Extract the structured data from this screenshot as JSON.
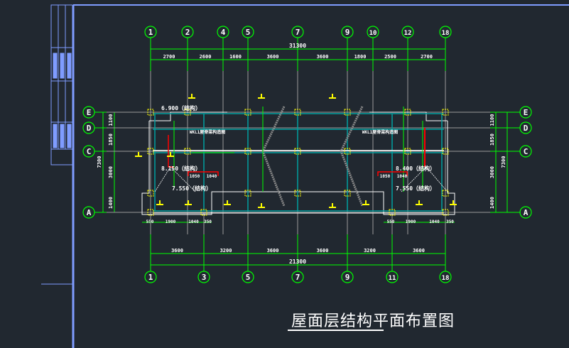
{
  "drawing_title": "屋面层结构平面布置图",
  "colors": {
    "background": "#212830",
    "grid": "#00ff00",
    "frame": "#7f9cff",
    "beam": "#00a0a0",
    "wall": "#ffffff",
    "column": "#ffff00",
    "axis": "#9a9a9a",
    "red": "#ff0000"
  },
  "top_axes": [
    "1",
    "2",
    "4",
    "5",
    "7",
    "9",
    "10",
    "12",
    "18"
  ],
  "bottom_axes": [
    "1",
    "3",
    "5",
    "7",
    "9",
    "11",
    "18"
  ],
  "row_axes": [
    "E",
    "D",
    "C",
    "A"
  ],
  "top_total_dim": "31300",
  "top_dims": [
    "2700",
    "2600",
    "1600",
    "3600",
    "3600",
    "1800",
    "2500",
    "2700"
  ],
  "bottom_total_dim": "21300",
  "bottom_dims": [
    "3600",
    "3200",
    "3600",
    "3600",
    "3200",
    "3600"
  ],
  "side_total_dim": "7300",
  "side_dims": [
    "1100",
    "1850",
    "3000",
    "1400"
  ],
  "small_dims_left": [
    "550",
    "1900",
    "1040",
    "350"
  ],
  "small_dims_right": [
    "550",
    "1900",
    "1040",
    "350"
  ],
  "elevations": [
    "6.900（结构）",
    "8.150（结构）",
    "7.550（结构）",
    "8.400（结构）",
    "7.550（结构）"
  ],
  "notes": [
    "WKL1屋脊梁构造图",
    "WKL1屋脊梁构造图"
  ],
  "red_dims": [
    "1050",
    "1040",
    "1050",
    "1040"
  ]
}
